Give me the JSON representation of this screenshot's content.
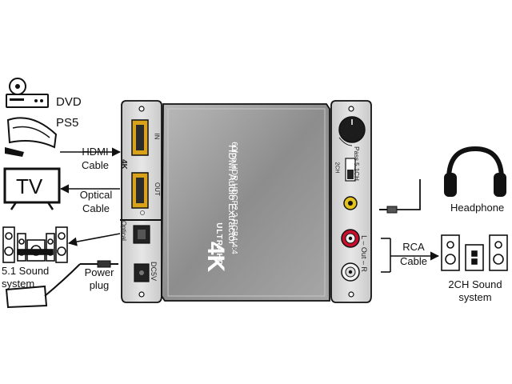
{
  "sources": {
    "dvd": "DVD",
    "ps5": "PS5",
    "tv_screen_text": "TV",
    "sound51": [
      "5.1 Sound",
      "system"
    ]
  },
  "cables": {
    "hdmi": [
      "HDMI",
      "Cable"
    ],
    "optical": [
      "Optical",
      "Cable"
    ],
    "power": [
      "Power",
      "plug"
    ],
    "rca": [
      "RCA",
      "Cable"
    ]
  },
  "outputs": {
    "headphone": "Headphone",
    "sound2ch": [
      "2CH Sound",
      "system"
    ]
  },
  "device": {
    "left_panel": {
      "hdmi_in": "IN",
      "hdmi_out": "OUT",
      "hdmi_4k": "4K",
      "optical": "Optical",
      "dc": "DC5V"
    },
    "top": {
      "logo_4k": "4K",
      "logo_ultrahd": "ULTRAHD",
      "product_title": "HDMI Audio Extractor",
      "spec_line": "60fps HDR HDCP2.2 RGB4:4:4"
    },
    "right_panel": {
      "switch_2ch": "2CH",
      "switch_pass": "Pass  5.1CH",
      "rca_label": "L – Out – R"
    }
  },
  "colors": {
    "outline": "#111111",
    "hdmi_gold": "#d9a21b",
    "rca_red": "#c8102e",
    "panel_gray": "#d6d6d6",
    "body_gray": "#9a9a9a"
  }
}
